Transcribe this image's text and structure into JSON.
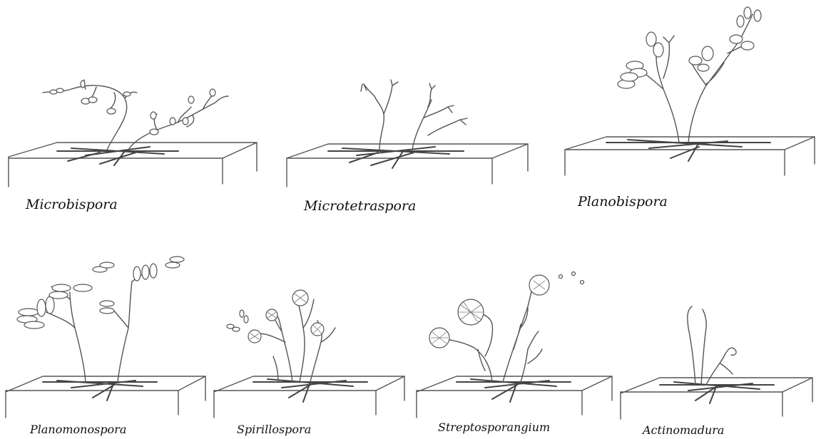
{
  "genera": [
    {
      "name": "Microbispora"
    },
    {
      "name": "Microtetraspora"
    },
    {
      "name": "Planobispora"
    },
    {
      "name": "Planomonospora"
    },
    {
      "name": "Spirillospora"
    },
    {
      "name": "Streptosporangium"
    },
    {
      "name": "Actinomadura"
    }
  ]
}
